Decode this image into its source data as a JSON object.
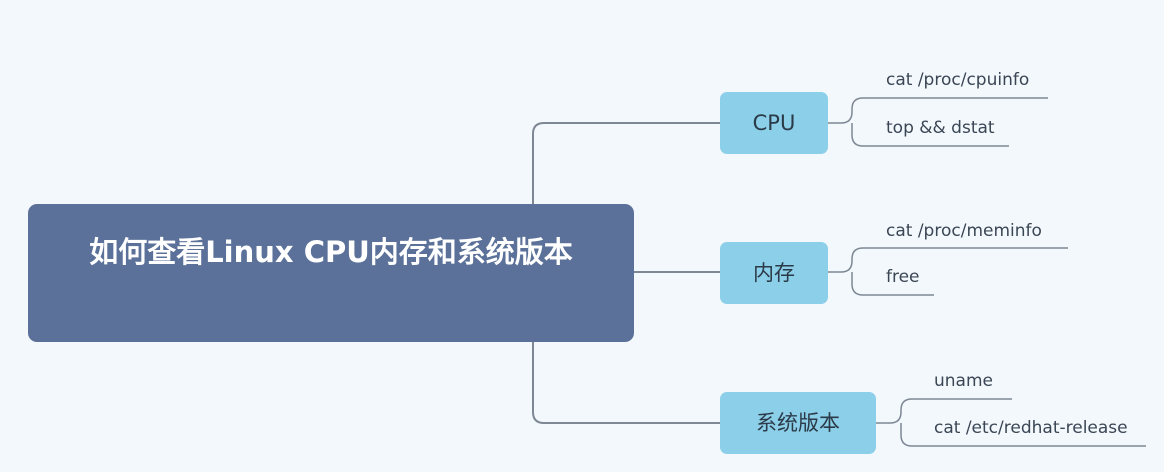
{
  "root": {
    "title": "如何查看Linux CPU内存和系统版本"
  },
  "branches": [
    {
      "label": "CPU",
      "leaves": [
        "cat /proc/cpuinfo",
        "top && dstat"
      ]
    },
    {
      "label": "内存",
      "leaves": [
        "cat /proc/meminfo",
        "free"
      ]
    },
    {
      "label": "系统版本",
      "leaves": [
        "uname",
        "cat /etc/redhat-release"
      ]
    }
  ],
  "colors": {
    "background": "#f3f8fd",
    "root_fill": "#5b7199",
    "branch_fill": "#8ccfe8",
    "connector": "#7d8894"
  }
}
